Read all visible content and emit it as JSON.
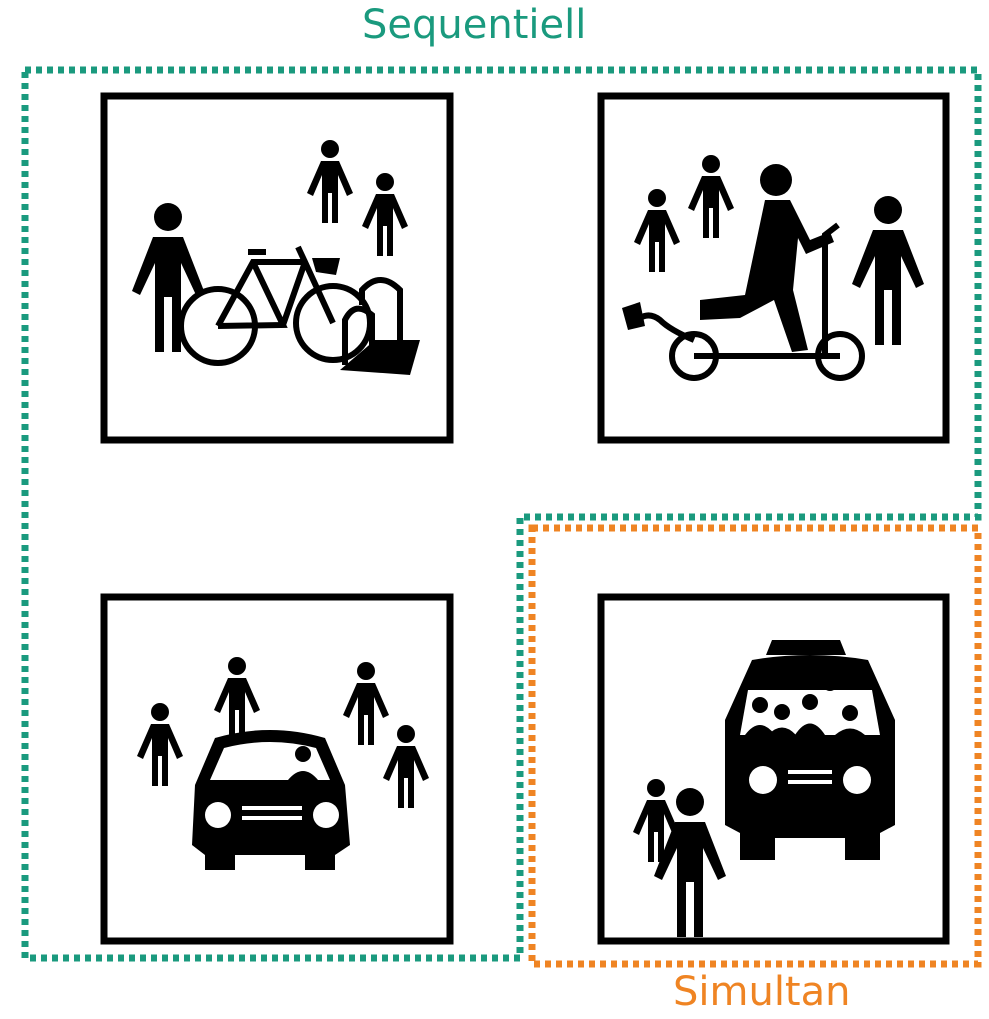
{
  "labels": {
    "sequential": "Sequentiell",
    "simultaneous": "Simultan"
  },
  "colors": {
    "sequential": "#1a9a7e",
    "simultaneous": "#ef8423",
    "icon": "#000000"
  },
  "icons": [
    {
      "name": "bike-sharing-icon",
      "group": "sequential"
    },
    {
      "name": "e-scooter-sharing-icon",
      "group": "sequential"
    },
    {
      "name": "car-sharing-icon",
      "group": "sequential"
    },
    {
      "name": "ride-pooling-shuttle-icon",
      "group": "simultaneous"
    }
  ]
}
